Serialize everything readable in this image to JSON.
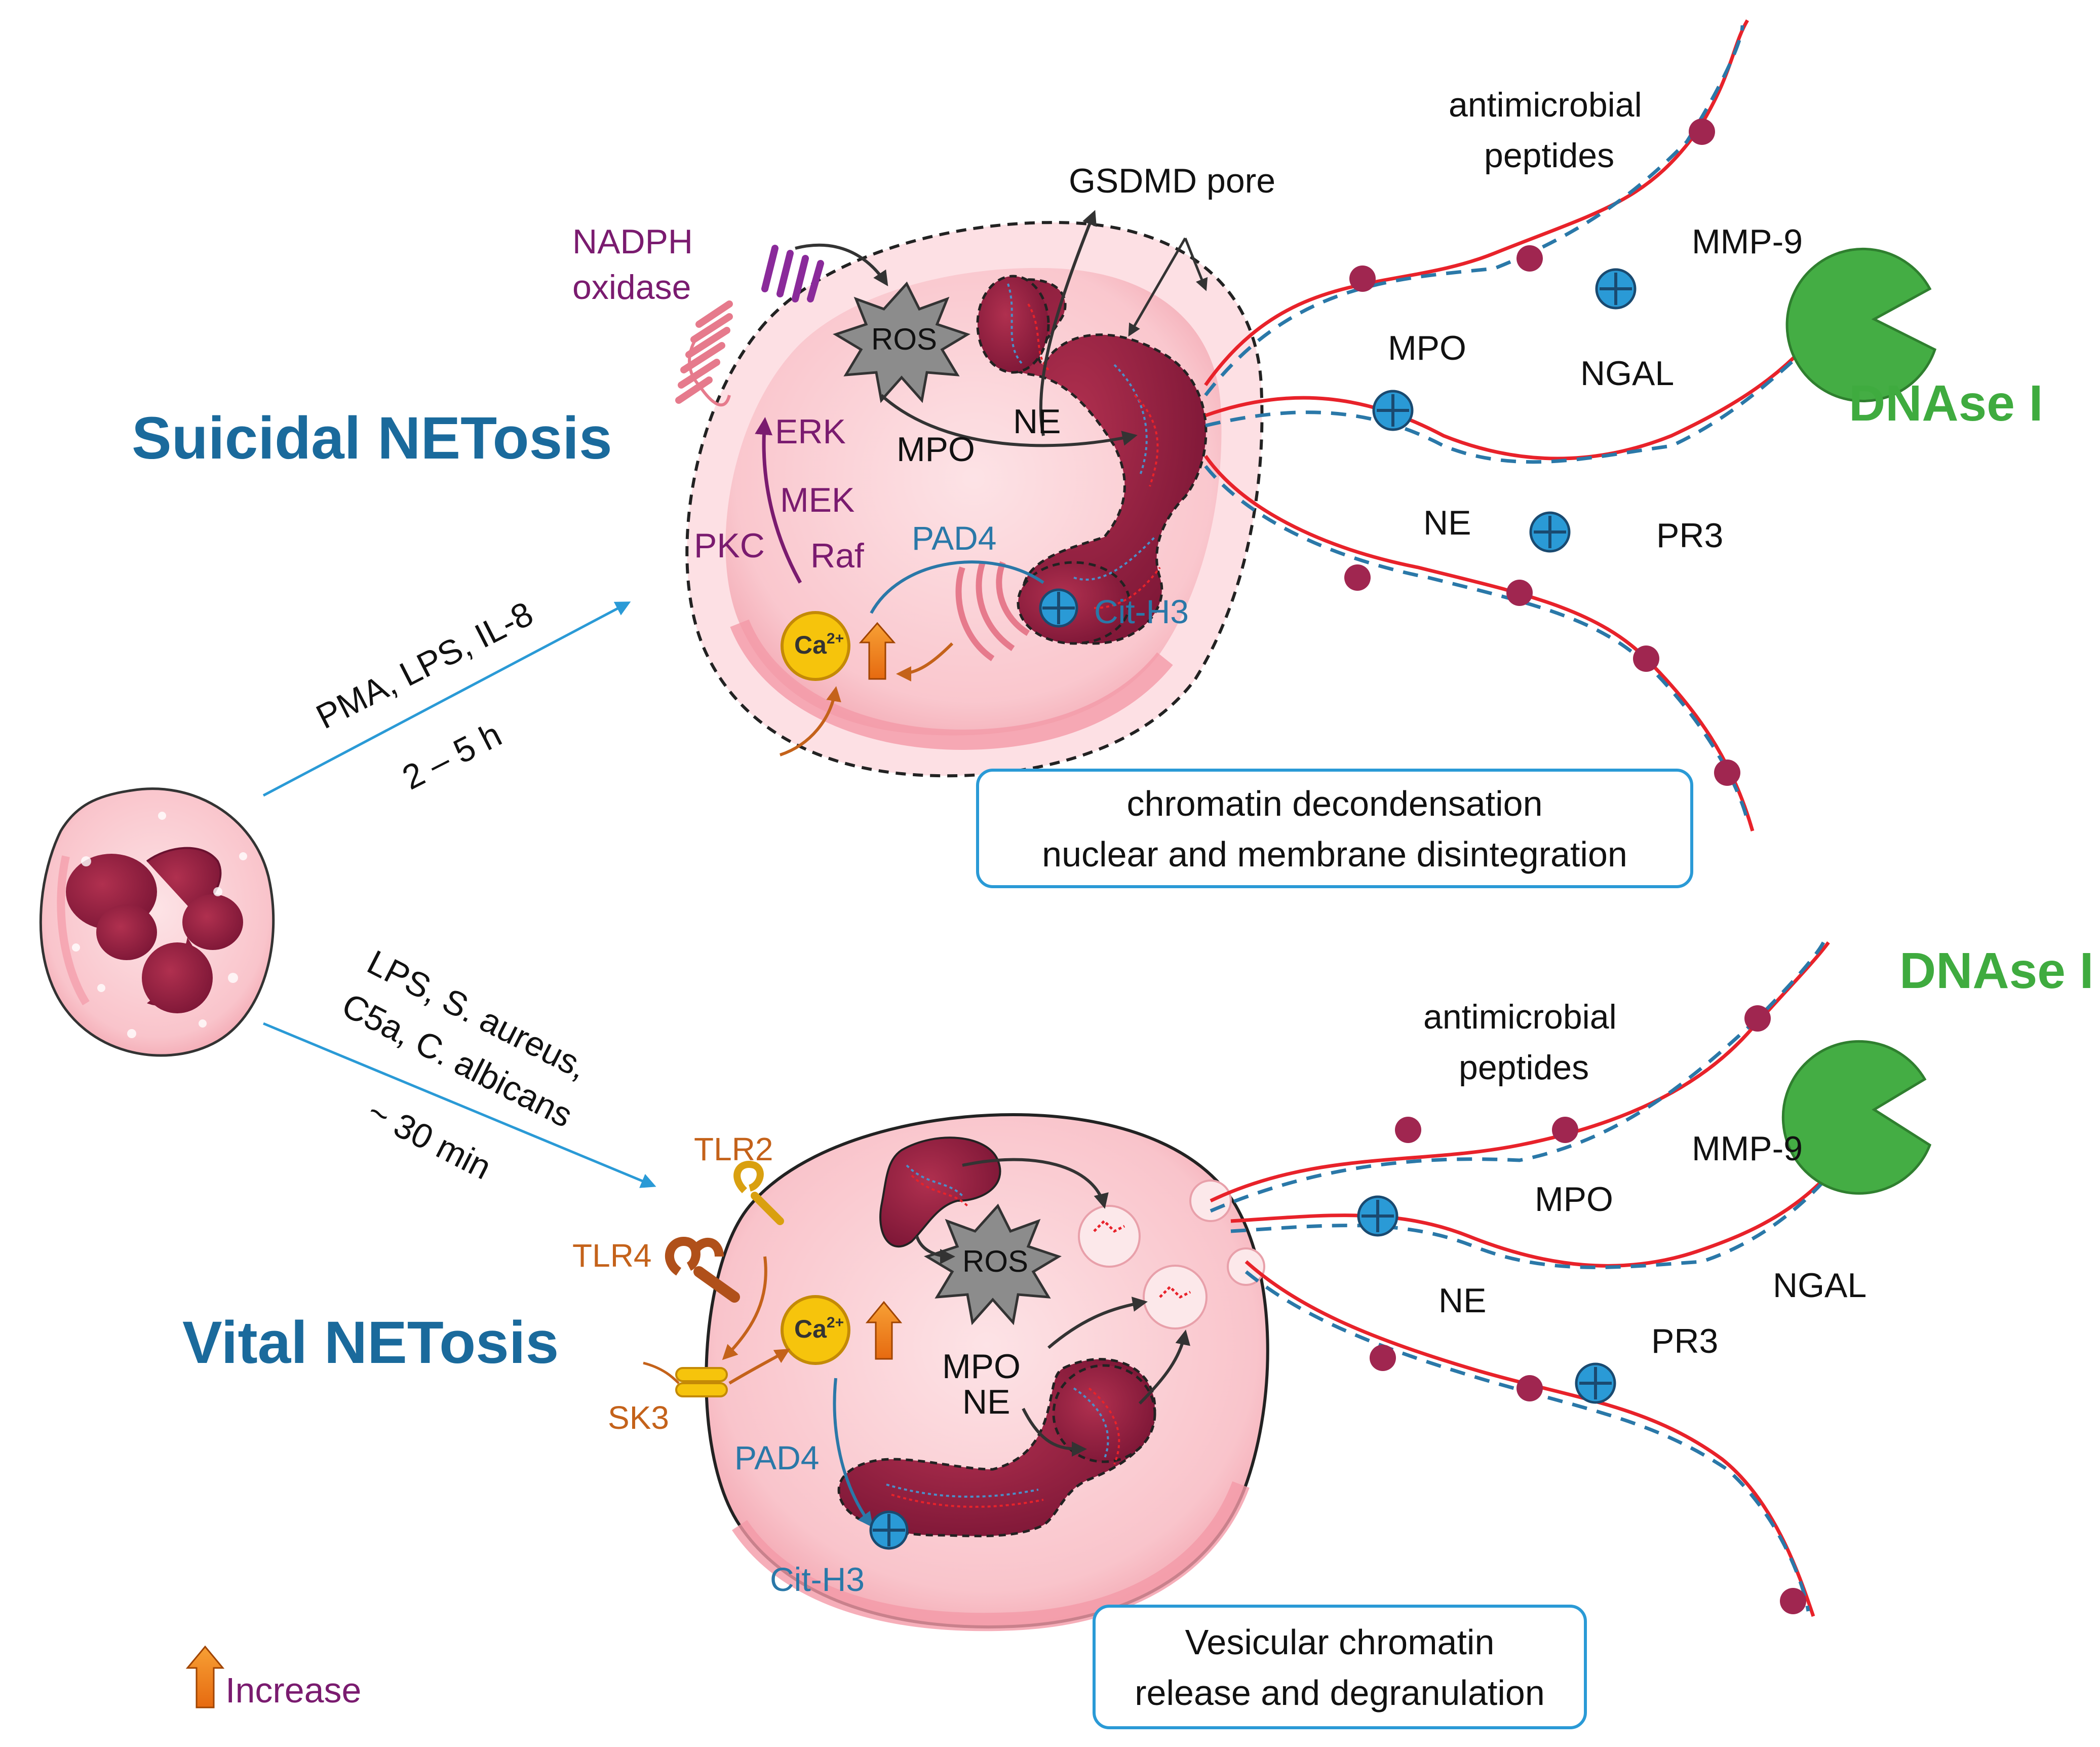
{
  "suicidal": {
    "title": "Suicidal NETosis",
    "stimuli": "PMA, LPS, IL-8",
    "time": "2 – 5 h",
    "nadph_line1": "NADPH",
    "nadph_line2": "oxidase",
    "ros": "ROS",
    "erk": "ERK",
    "mek": "MEK",
    "raf": "Raf",
    "pkc": "PKC",
    "mpo": "MPO",
    "ne": "NE",
    "gsdmd": "GSDMD pore",
    "pad4": "PAD4",
    "cit_h3": "Cit-H3",
    "ca": "Ca",
    "ca_sup": "2+",
    "box_line1": "chromatin decondensation",
    "box_line2": "nuclear and membrane disintegration",
    "net": {
      "amp_line1": "antimicrobial",
      "amp_line2": "peptides",
      "mmp9": "MMP-9",
      "mpo": "MPO",
      "ngal": "NGAL",
      "ne": "NE",
      "pr3": "PR3",
      "dnase": "DNAse I"
    }
  },
  "vital": {
    "title": "Vital NETosis",
    "stimuli_line1": "LPS, S. aureus,",
    "stimuli_line2": "C5a, C. albicans",
    "time": "~ 30 min",
    "tlr2": "TLR2",
    "tlr4": "TLR4",
    "sk3": "SK3",
    "ros": "ROS",
    "ca": "Ca",
    "ca_sup": "2+",
    "mpo": "MPO",
    "ne": "NE",
    "pad4": "PAD4",
    "cit_h3": "Cit-H3",
    "box_line1": "Vesicular chromatin",
    "box_line2": "release and degranulation",
    "net": {
      "amp_line1": "antimicrobial",
      "amp_line2": "peptides",
      "mmp9": "MMP-9",
      "mpo": "MPO",
      "ngal": "NGAL",
      "ne": "NE",
      "pr3": "PR3",
      "dnase": "DNAse I"
    }
  },
  "legend": {
    "increase": "Increase"
  },
  "colors": {
    "title_blue": "#1a6a9c",
    "cell_pink": "#f9c9cf",
    "nucleus": "#8a1c3c",
    "dna_red": "#e8222a",
    "dna_blue": "#2a78a8",
    "calcium": "#f6c40c",
    "dnase_green": "#3fab3f",
    "signal_purple": "#7a1b6f",
    "receptor_orange": "#c4621a"
  },
  "icons": [
    "dnase-pacman-icon",
    "ros-star-icon",
    "calcium-circle-icon",
    "increase-arrow-icon",
    "plus-granule-icon",
    "nadph-oxidase-icon",
    "tlr-receptor-icon"
  ]
}
